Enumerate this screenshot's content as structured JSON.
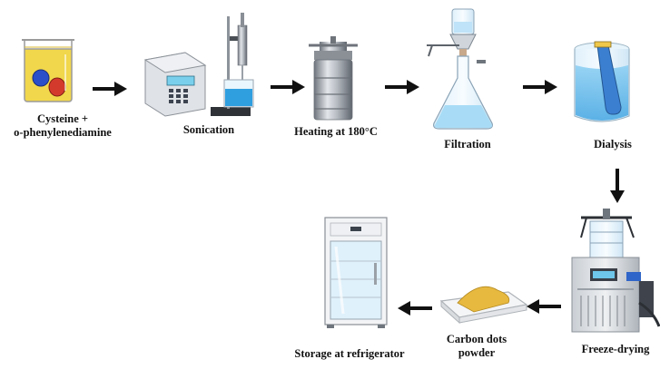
{
  "steps": {
    "cysteine": {
      "line1": "Cysteine +",
      "line2": "o-phenylenediamine"
    },
    "sonication": {
      "label": "Sonication"
    },
    "heating": {
      "label": "Heating at 180°C"
    },
    "filtration": {
      "label": "Filtration"
    },
    "dialysis": {
      "label": "Dialysis"
    },
    "freeze_drying": {
      "label": "Freeze-drying"
    },
    "carbon_dots": {
      "line1": "Carbon dots",
      "line2": "powder"
    },
    "storage": {
      "label": "Storage at refrigerator"
    }
  },
  "colors": {
    "arrow": "#111111",
    "liquid_yellow": "#f2d648",
    "particle_red": "#d43a2c",
    "particle_blue": "#2b4fc9",
    "water_blue": "#2f9fe0",
    "powder": "#e7b93f",
    "steel": "#a7acb3"
  },
  "icons": {
    "beaker": "beaker-icon",
    "sonicator": "sonicator-icon",
    "autoclave": "autoclave-icon",
    "filter_flask": "filter-flask-icon",
    "dialysis_tank": "dialysis-tank-icon",
    "freeze_dryer": "freeze-dryer-icon",
    "powder_tray": "powder-tray-icon",
    "refrigerator": "refrigerator-icon"
  }
}
